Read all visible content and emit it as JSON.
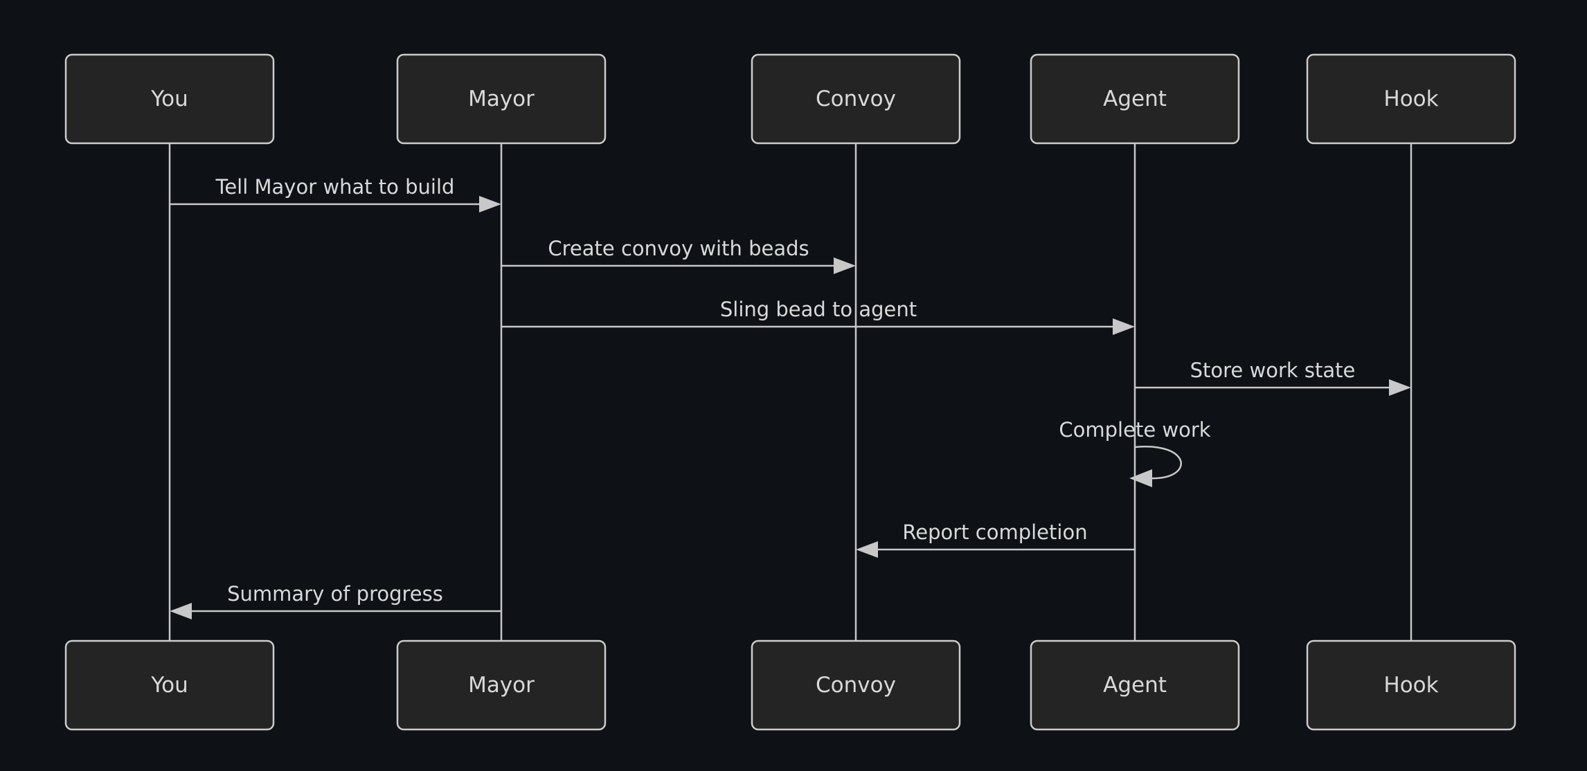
{
  "diagram": {
    "type": "sequence-diagram",
    "actors": [
      {
        "id": "you",
        "label": "You"
      },
      {
        "id": "mayor",
        "label": "Mayor"
      },
      {
        "id": "convoy",
        "label": "Convoy"
      },
      {
        "id": "agent",
        "label": "Agent"
      },
      {
        "id": "hook",
        "label": "Hook"
      }
    ],
    "messages": [
      {
        "text": "Tell Mayor what to build",
        "from": "You",
        "to": "Mayor",
        "direction": "right"
      },
      {
        "text": "Create convoy with beads",
        "from": "Mayor",
        "to": "Convoy",
        "direction": "right"
      },
      {
        "text": "Sling bead to agent",
        "from": "Mayor",
        "to": "Agent",
        "direction": "right"
      },
      {
        "text": "Store work state",
        "from": "Agent",
        "to": "Hook",
        "direction": "right"
      },
      {
        "text": "Complete work",
        "from": "Agent",
        "to": "Agent",
        "direction": "self"
      },
      {
        "text": "Report completion",
        "from": "Agent",
        "to": "Convoy",
        "direction": "left"
      },
      {
        "text": "Summary of progress",
        "from": "Mayor",
        "to": "You",
        "direction": "left"
      }
    ]
  },
  "colors": {
    "background": "#0e1116",
    "actor_fill": "#242424",
    "actor_border": "#cccccc",
    "line": "#c8c8c8",
    "text": "#d9d9d9"
  }
}
